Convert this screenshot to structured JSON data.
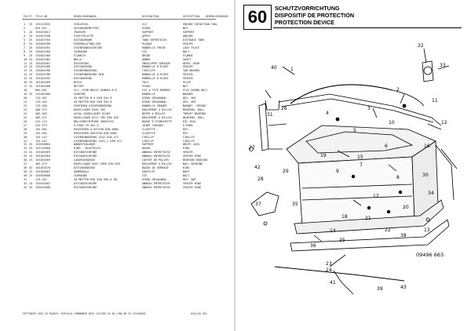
{
  "header": {
    "pos": "POS",
    "qty": "PC",
    "part": "TEILE-NR",
    "name": "BENEN-BENENNUNG",
    "designation": "DESIGNATION",
    "description": "DESCRIPTION",
    "remarks": "BEMERK/REMARQUE"
  },
  "rows": [
    {
      "pos": "1",
      "qty": "25",
      "part": "153116355",
      "name": "SCHLUSSEL",
      "fr": "CLE",
      "en": "ENGINE INTAKTION TOOL"
    },
    {
      "pos": "2",
      "qty": "",
      "part": "826.551",
      "name": "SECHSKANTMUTTER",
      "fr": "ECROU",
      "en": "NUT"
    },
    {
      "pos": "3",
      "qty": "25",
      "part": "153453617",
      "name": "TRAEGER",
      "fr": "SUPPORT",
      "en": "SUPPORT"
    },
    {
      "pos": "4",
      "qty": "25",
      "part": "153453768",
      "name": "STUETZPLATTE",
      "fr": "APPUI",
      "en": "ANCHOR"
    },
    {
      "pos": "5",
      "qty": "25",
      "part": "153457593",
      "name": "DISTANZROHR",
      "fr": "TUBE ENTRETOISE",
      "en": "DISTANCE TUBE"
    },
    {
      "pos": "6",
      "qty": "25",
      "part": "153455390",
      "name": "FEDERBLATTBOLZEN",
      "fr": "PLAQUE",
      "en": "SPACER"
    },
    {
      "pos": "7",
      "qty": "25",
      "part": "153455391",
      "name": "SICHERUNGSSCHEIBE",
      "fr": "RONDELLE FREIN",
      "en": "LOCK PLATE"
    },
    {
      "pos": "8",
      "qty": "25",
      "part": "153452405",
      "name": "SCHRAUBE",
      "fr": "VIS",
      "en": "BOLT"
    },
    {
      "pos": "9",
      "qty": "25",
      "part": "153462460",
      "name": "FLANSCH",
      "fr": "BRIDE",
      "en": "FLANGE"
    },
    {
      "pos": "10",
      "qty": "25",
      "part": "153452582",
      "name": "WELLE",
      "fr": "ARBRE",
      "en": "SHAFT"
    },
    {
      "pos": "11",
      "qty": "25",
      "part": "153183461",
      "name": "DICHTRING",
      "fr": "ENVELOPPE CONIQUE",
      "en": "BEVEL GEAR"
    },
    {
      "pos": "12",
      "qty": "25",
      "part": "153453489",
      "name": "DISTANZRING",
      "fr": "RONDELLE D'ECART",
      "en": "SPACER"
    },
    {
      "pos": "13",
      "qty": "25",
      "part": "153483766",
      "name": "SICHERUNGSRING",
      "fr": "CIRCLIPS",
      "en": "TAB WASHER"
    },
    {
      "pos": "14",
      "qty": "25",
      "part": "153453766",
      "name": "SICHERUNGSRING DIN",
      "fr": "RONDELLE D'ECART",
      "en": "SPACER"
    },
    {
      "pos": "15",
      "qty": "25",
      "part": "153183492",
      "name": "DISTANZRING",
      "fr": "RONDELLE D'ECART",
      "en": "SPACER"
    },
    {
      "pos": "16",
      "qty": "25",
      "part": "153183469",
      "name": "BLECH",
      "fr": "TOLE",
      "en": "PLATE"
    },
    {
      "pos": "17",
      "qty": "25",
      "part": "153183460",
      "name": "MUTTER",
      "fr": "ECROU",
      "en": "NUT"
    },
    {
      "pos": "18",
      "qty": "",
      "part": "805.561",
      "name": "FLS.-SCHR.M8X15 DIN603-8.8",
      "fr": "VIS A TETE BOMBEE",
      "en": "FLAT ROUND BOLT"
    },
    {
      "pos": "19",
      "qty": "25",
      "part": "153183566",
      "name": "SCHEIBE",
      "fr": "RONDELLE",
      "en": "WASHER"
    },
    {
      "pos": "20",
      "qty": "",
      "part": "119.161",
      "name": "SK-MUTTER M 5 DIN 934-8",
      "fr": "ECROU HEXAGONAL",
      "en": "HEX. NUT"
    },
    {
      "pos": "21",
      "qty": "",
      "part": "119.163",
      "name": "SK-MUTTER M16 DIN 934-8",
      "fr": "ECROU HEXAGONAL",
      "en": "HEX. NUT"
    },
    {
      "pos": "22",
      "qty": "",
      "part": "119.166",
      "name": "SCHEIBEN-SICHERUNGSRING",
      "fr": "RONDELLE GROWER",
      "en": "MAGNET. SPRING"
    },
    {
      "pos": "23",
      "qty": "",
      "part": "406.371",
      "name": "KUGELLAGER 6205 2RS",
      "fr": "ROULEMENT A BILLES",
      "en": "BEARING, BALL"
    },
    {
      "pos": "24",
      "qty": "",
      "part": "405.305",
      "name": "AXIAL-KUGELLAGER 51105",
      "fr": "BUTEE A BILLES",
      "en": "THRUST BEARING"
    },
    {
      "pos": "25",
      "qty": "",
      "part": "405.371",
      "name": "KUGELLAGER 6211 2RS DIN 625",
      "fr": "ROULEMENT A BILLES",
      "en": "BEARING, BALL"
    },
    {
      "pos": "26",
      "qty": "",
      "part": "412.113",
      "name": "WELLENDICHTRING 40X62X10",
      "fr": "BAGUE D'ETANCHEITE",
      "en": "OIL SEAL"
    },
    {
      "pos": "27",
      "qty": "",
      "part": "415.573",
      "name": "O-RING 25.3X2.4",
      "fr": "JOINT TORIQUE",
      "en": "O-RING"
    },
    {
      "pos": "28",
      "qty": "",
      "part": "155.581",
      "name": "PASSFEDER A 8X7X30 DIN 6885",
      "fr": "CLAVETTE",
      "en": "KEY"
    },
    {
      "pos": "29",
      "qty": "",
      "part": "155.583",
      "name": "PASSFEDER A8X7X30 DIN 6885",
      "fr": "CLAVETTE",
      "en": "KEY"
    },
    {
      "pos": "30",
      "qty": "",
      "part": "155.142",
      "name": "SICHERUNGSRING 42X2 DIN 472",
      "fr": "CIRCLIP",
      "en": "CIRCLIP"
    },
    {
      "pos": "31",
      "qty": "",
      "part": "155.142",
      "name": "SICHERUNGSRING 25X1,2 DIN 471",
      "fr": "CIRCLIP",
      "en": "CIRCLIP"
    },
    {
      "pos": "32",
      "qty": "25",
      "part": "153558604",
      "name": "WANDSTEHLAGER",
      "fr": "SUPPORT",
      "en": "KNIFE JACK"
    },
    {
      "pos": "33",
      "qty": "25",
      "part": "153119660",
      "name": "RING - BLASTESCH",
      "fr": "BAGUE",
      "en": "RING"
    },
    {
      "pos": "34",
      "qty": "25",
      "part": "153183563",
      "name": "DISTANZSCHEIBE",
      "fr": "ANNEAU ENTRETOISE",
      "en": "SPACER"
    },
    {
      "pos": "35",
      "qty": "25",
      "part": "153183564",
      "name": "DISTANZSCHEIBE",
      "fr": "ANNEAU ENTRETOISE",
      "en": "SPACER RING"
    },
    {
      "pos": "36",
      "qty": "25",
      "part": "153183565",
      "name": "LAGERGEHAEUSE",
      "fr": "CARTER DE PALIER",
      "en": "BEARING HOUSING"
    },
    {
      "pos": "37",
      "qty": "",
      "part": "405.375",
      "name": "KUGELLAGER 6207 2RSR DIN 625",
      "fr": "ROULEMENT A BILLES",
      "en": "BALL BEARING"
    },
    {
      "pos": "38",
      "qty": "25",
      "part": "153183570",
      "name": "DISTANZBUCHSE",
      "fr": "BAGUE DE SERRAGE",
      "en": "RING"
    },
    {
      "pos": "39",
      "qty": "25",
      "part": "153183607",
      "name": "GUMMIBALG",
      "fr": "SOUFFLET",
      "en": "BOOT"
    },
    {
      "pos": "40",
      "qty": "25",
      "part": "153556688",
      "name": "SCHRAUBE",
      "fr": "VIS",
      "en": "BOLT"
    },
    {
      "pos": "41",
      "qty": "",
      "part": "119.161",
      "name": "SK-MUTTER M16 DIN 985-8 ZN",
      "fr": "ECROU HEXAGONAL",
      "en": "HEX. NUT"
    },
    {
      "pos": "42",
      "qty": "25",
      "part": "153426487",
      "name": "DISTANZSCHEIBE",
      "fr": "ANNEAU ENTRETOISE",
      "en": "SPACER RING"
    },
    {
      "pos": "43",
      "qty": "25",
      "part": "153426488",
      "name": "DISTANZSCHEIBE",
      "fr": "ANNEAU ENTRETOISE",
      "en": "SPACER RING"
    }
  ],
  "footer": {
    "left": "PÖTTINGER CASE-IH FRANCE: VERTALUX COMMANDER 6K25 1511303 55   AH LINU 0B 25 153106895",
    "right": "0341/03 652"
  },
  "section": {
    "number": "60",
    "title_de": "SCHUTZVORRICHTUNG",
    "title_fr": "DISPOSITIF DE PROTECTION",
    "title_en": "PROTECTION DEVICE"
  },
  "drawing": {
    "callouts": [
      "1",
      "2",
      "3",
      "4",
      "5",
      "6",
      "7",
      "8",
      "9",
      "10",
      "11",
      "12",
      "13",
      "14",
      "15",
      "16",
      "17",
      "18",
      "19",
      "20",
      "21",
      "22",
      "23",
      "24",
      "25",
      "26",
      "27",
      "28",
      "29",
      "30",
      "31",
      "32",
      "33",
      "34",
      "35",
      "36",
      "37",
      "38",
      "39",
      "40",
      "41",
      "42",
      "43"
    ],
    "code": "09496 663"
  }
}
